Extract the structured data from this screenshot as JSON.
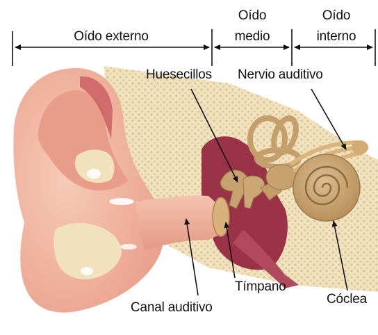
{
  "sections": {
    "outer": "Oído externo",
    "middle_line1": "Oído",
    "middle_line2": "medio",
    "inner_line1": "Oído",
    "inner_line2": "interno"
  },
  "labels": {
    "ossicles": "Huesecillos",
    "auditory_nerve": "Nervio auditivo",
    "eardrum": "Tímpano",
    "ear_canal": "Canal auditivo",
    "cochlea": "Cóclea"
  },
  "colors": {
    "skin": "#f2b9a6",
    "skin_dark": "#e08f7d",
    "bone": "#f1e2bd",
    "bone_dots": "#d9c7a0",
    "cavity": "#9a3348",
    "ossicle": "#c7a26e",
    "cochlea": "#c9a474",
    "arrow": "#222222"
  }
}
